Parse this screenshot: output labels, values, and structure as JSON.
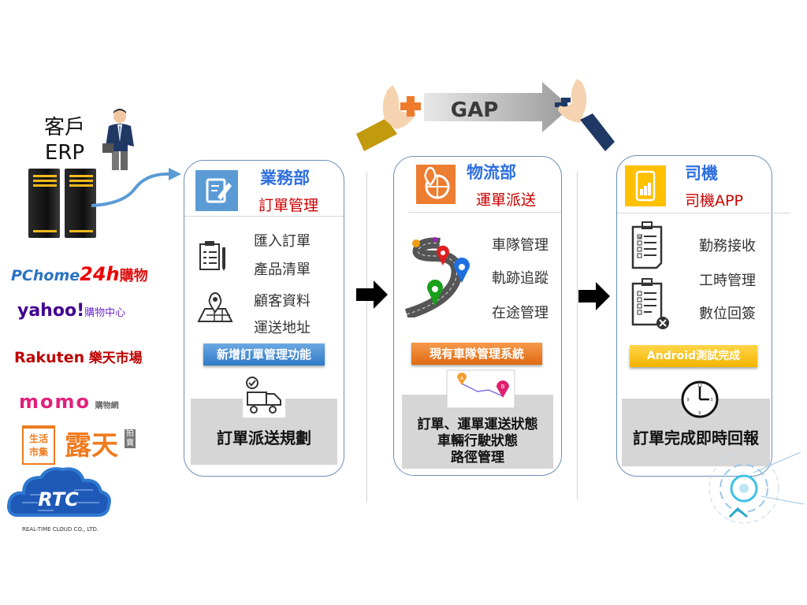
{
  "customer": {
    "title_line1": "客戶",
    "title_line2": "ERP"
  },
  "platforms": [
    {
      "name": "PChome 24h購物",
      "brand": "PChome",
      "mark": "24h",
      "suffix": "購物"
    },
    {
      "name": "yahoo!購物中心",
      "brand": "yahoo!",
      "suffix": "購物中心"
    },
    {
      "name": "Rakuten 樂天市場",
      "brand": "Rakuten",
      "suffix": "樂天市場"
    },
    {
      "name": "momo購物網",
      "brand": "momo",
      "suffix": "購物網"
    },
    {
      "name": "生活市集 露天拍賣",
      "badge_line1": "生活",
      "badge_line2": "市集",
      "brand": "露天",
      "suffix_line1": "拍",
      "suffix_line2": "賣"
    }
  ],
  "company_logo": {
    "name": "RTC",
    "tagline": "REAL-TIME CLOUD CO., LTD."
  },
  "gap_banner": {
    "label": "GAP"
  },
  "cards": [
    {
      "dept": "業務部",
      "subtitle": "訂單管理",
      "items": [
        "匯入訂單",
        "產品清單",
        "顧客資料",
        "運送地址"
      ],
      "button": "新增訂單管理功能",
      "footer": [
        "訂單派送規劃"
      ]
    },
    {
      "dept": "物流部",
      "subtitle": "運單派送",
      "items": [
        "車隊管理",
        "軌跡追蹤",
        "在途管理"
      ],
      "button": "現有車隊管理系統",
      "footer": [
        "訂單、運單運送狀態",
        "車輛行駛狀態",
        "路徑管理"
      ]
    },
    {
      "dept": "司機",
      "subtitle": "司機APP",
      "items": [
        "勤務接收",
        "工時管理",
        "數位回簽"
      ],
      "button": "Android測試完成",
      "footer": [
        "訂單完成即時回報"
      ]
    }
  ],
  "colors": {
    "card_border": "#6a8fba",
    "dept_blue": "#2e6fe0",
    "sub_red": "#cc0000",
    "blue_btn": "#2f7ac8",
    "orange_btn": "#e06a14",
    "yellow_btn": "#f2b400"
  }
}
